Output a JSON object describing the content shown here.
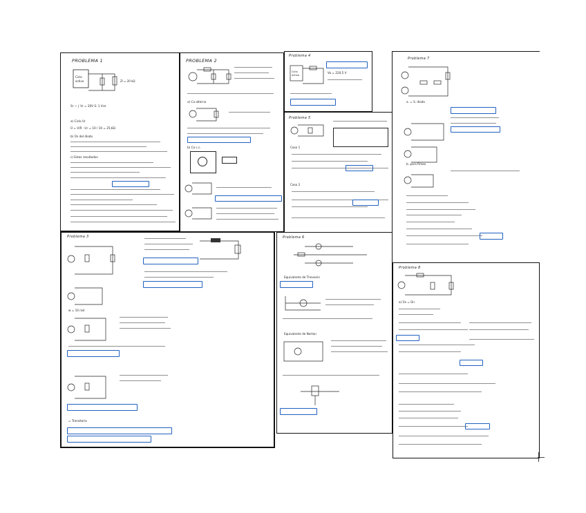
{
  "problems": [
    {
      "id": "p1",
      "title": "PROBLEMA 1"
    },
    {
      "id": "p2",
      "title": "PROBLEMA 2"
    },
    {
      "id": "p3",
      "title": "Problema 3"
    },
    {
      "id": "p4",
      "title": "Problema 4"
    },
    {
      "id": "p5",
      "title": "Problema 5"
    },
    {
      "id": "p6",
      "title": "Problema 6"
    },
    {
      "id": "p7",
      "title": "Problema 7"
    },
    {
      "id": "p8",
      "title": "Problema 8"
    }
  ],
  "ink": {
    "text": "#1a1a1a",
    "highlight_box": "#1f5fbf",
    "frame": "#111111"
  },
  "snippets": {
    "p1_a": "a) Ciclo Ur",
    "p1_b": "b) Ūn del diodo",
    "p1_c": "c) Estos resultados",
    "p2_a": "a) Ca alterna",
    "p2_b": "b) Ca c.c.",
    "p3_a": "w = 10 rad",
    "p3_b": "= Transitoria",
    "p4_a": "Vo = 220,5 V",
    "p5_a": "Caso 1",
    "p5_b": "Caso 2",
    "p6_a": "Equivalente de Thevenin",
    "p6_b": "Equivalente de Norton",
    "p7_a": "a. = S. diodo",
    "p7_b": "b. para Rmax",
    "p8_a": "a) Ūx = Ūn"
  }
}
